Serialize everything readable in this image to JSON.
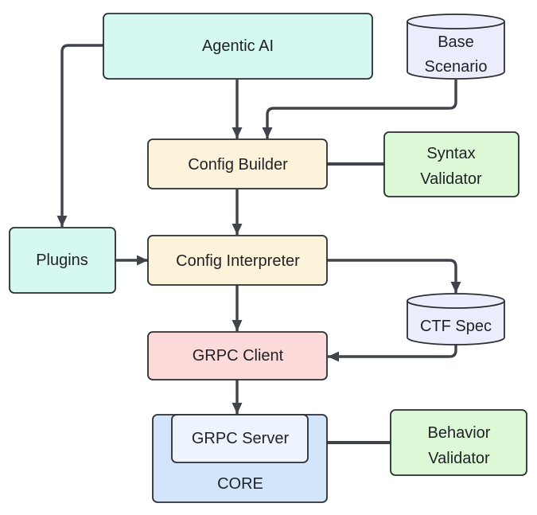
{
  "nodes": {
    "agentic_ai": {
      "label": "Agentic AI",
      "fill": "#d5f8f2"
    },
    "base_scenario": {
      "line1": "Base",
      "line2": "Scenario",
      "fill": "#ecedfc"
    },
    "config_builder": {
      "label": "Config Builder",
      "fill": "#fdf3da"
    },
    "syntax_validator": {
      "line1": "Syntax",
      "line2": "Validator",
      "fill": "#dcf8d6"
    },
    "plugins": {
      "label": "Plugins",
      "fill": "#d5f8f2"
    },
    "config_interpreter": {
      "label": "Config Interpreter",
      "fill": "#fdf3da"
    },
    "ctf_spec": {
      "label": "CTF Spec",
      "fill": "#ecedfc"
    },
    "grpc_client": {
      "label": "GRPC Client",
      "fill": "#fcdada"
    },
    "core": {
      "label": "CORE",
      "fill": "#d3e5fb"
    },
    "grpc_server": {
      "label": "GRPC Server",
      "fill": "#eef4fd"
    },
    "behavior_validator": {
      "line1": "Behavior",
      "line2": "Validator",
      "fill": "#dcf8d6"
    }
  },
  "edge_color": "#3f444b",
  "connections": [
    {
      "from": "Agentic AI",
      "to": "Config Builder",
      "arrow": true
    },
    {
      "from": "Agentic AI",
      "to": "Plugins",
      "arrow": true
    },
    {
      "from": "Base Scenario",
      "to": "Config Builder",
      "arrow": true
    },
    {
      "from": "Config Builder",
      "to": "Syntax Validator",
      "arrow": false
    },
    {
      "from": "Config Builder",
      "to": "Config Interpreter",
      "arrow": true
    },
    {
      "from": "Plugins",
      "to": "Config Interpreter",
      "arrow": true
    },
    {
      "from": "Config Interpreter",
      "to": "CTF Spec",
      "arrow": true
    },
    {
      "from": "Config Interpreter",
      "to": "GRPC Client",
      "arrow": true
    },
    {
      "from": "CTF Spec",
      "to": "GRPC Client",
      "arrow": true
    },
    {
      "from": "GRPC Client",
      "to": "GRPC Server",
      "arrow": true
    },
    {
      "from": "CORE",
      "to": "Behavior Validator",
      "arrow": false
    }
  ]
}
